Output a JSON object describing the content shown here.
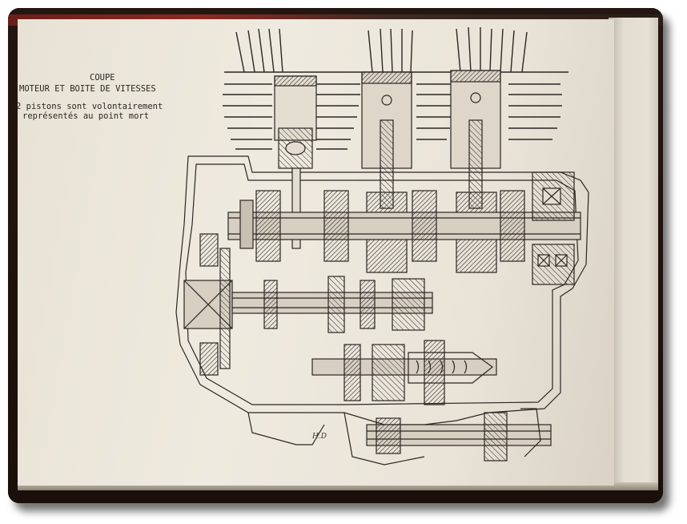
{
  "document": {
    "caption": {
      "title": "COUPE",
      "subtitle": "MOTEUR ET BOITE DE VITESSES",
      "note_line1": "2 pistons sont volontairement",
      "note_line2": "représentés au point mort"
    },
    "signature": "H.D"
  },
  "colors": {
    "paper": "#ece6da",
    "ink": "#2a2622",
    "table": "#1c120c"
  }
}
